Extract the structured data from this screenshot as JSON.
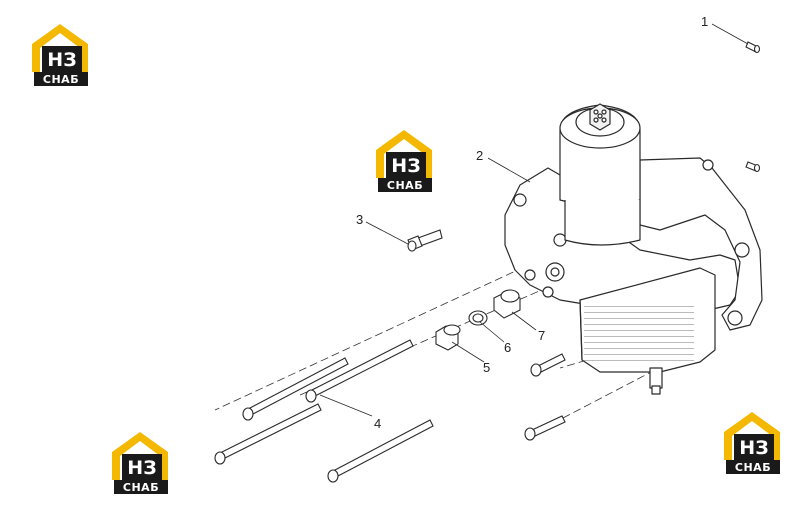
{
  "callouts": [
    "1",
    "2",
    "3",
    "4",
    "5",
    "6",
    "7"
  ],
  "logo": {
    "mark": "НЗ",
    "sub": "СНАБ"
  },
  "colors": {
    "logo_yellow": "#f5b800",
    "logo_black": "#1a1a1a",
    "line": "#2a2a2a"
  }
}
